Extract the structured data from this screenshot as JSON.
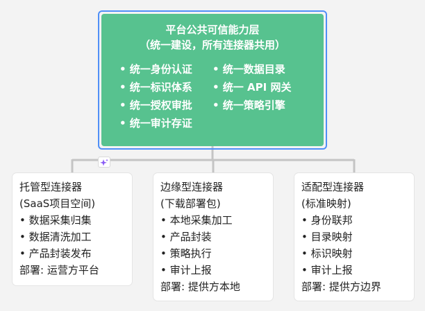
{
  "root": {
    "title": "平台公共可信能力层",
    "subtitle": "（统一建设，所有连接器共用）",
    "items": [
      "• 统一身份认证",
      "• 统一数据目录",
      "• 统一标识体系",
      "• 统一 API 网关",
      "• 统一授权审批",
      "• 统一策略引擎",
      "• 统一审计存证"
    ]
  },
  "children": [
    {
      "lines": [
        "托管型连接器",
        "(SaaS项目空间)",
        "• 数据采集归集",
        "• 数据清洗加工",
        "• 产品封装发布",
        "部署: 运营方平台"
      ]
    },
    {
      "lines": [
        "边缘型连接器",
        "(下载部署包)",
        "• 本地采集加工",
        "• 产品封装",
        "• 策略执行",
        "• 审计上报",
        "部署: 提供方本地"
      ]
    },
    {
      "lines": [
        "适配型连接器",
        "(标准映射)",
        "• 身份联邦",
        "• 目录映射",
        "• 标识映射",
        "• 审计上报",
        "部署: 提供方边界"
      ]
    }
  ],
  "colors": {
    "root_fill": "#57c28f",
    "root_outline": "#4f8ff7",
    "connector": "#c4c4c4",
    "card_fill": "#ffffff",
    "background": "#f3f3f3"
  },
  "icons": {
    "ai_sparkle": "sparkle-icon"
  }
}
